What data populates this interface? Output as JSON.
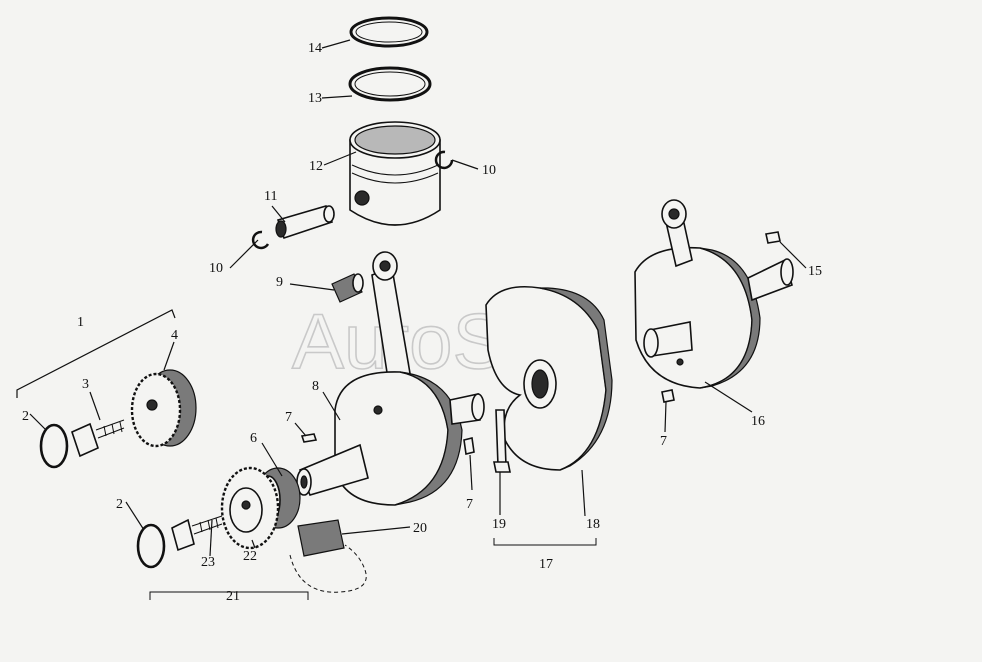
{
  "watermark": "AutoSoft",
  "labels": {
    "l1": "1",
    "l2a": "2",
    "l2b": "2",
    "l3": "3",
    "l4": "4",
    "l6": "6",
    "l7a": "7",
    "l7b": "7",
    "l7c": "7",
    "l8": "8",
    "l9": "9",
    "l10a": "10",
    "l10b": "10",
    "l11": "11",
    "l12": "12",
    "l13": "13",
    "l14": "14",
    "l15": "15",
    "l16": "16",
    "l17": "17",
    "l18": "18",
    "l19": "19",
    "l20": "20",
    "l21": "21",
    "l22": "22",
    "l23": "23"
  },
  "colors": {
    "background": "#f4f4f2",
    "ink": "#111111",
    "watermark": "#c9c9c9"
  }
}
